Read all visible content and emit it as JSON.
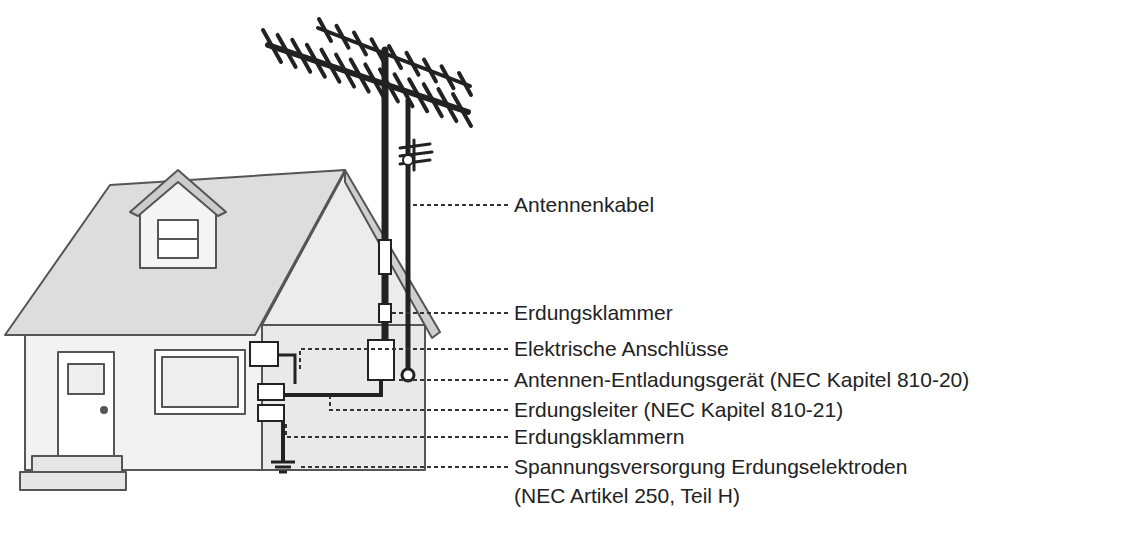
{
  "diagram": {
    "labels": [
      "Antennenkabel",
      "Erdungsklammer",
      "Elektrische Anschlüsse",
      "Antennen-Entladungsgerät (NEC Kapitel 810-20)",
      "Erdungsleiter (NEC Kapitel 810-21)",
      "Erdungsklammern",
      "Spannungsversorgung Erdungselektroden (NEC Artikel 250, Teil H)"
    ]
  }
}
